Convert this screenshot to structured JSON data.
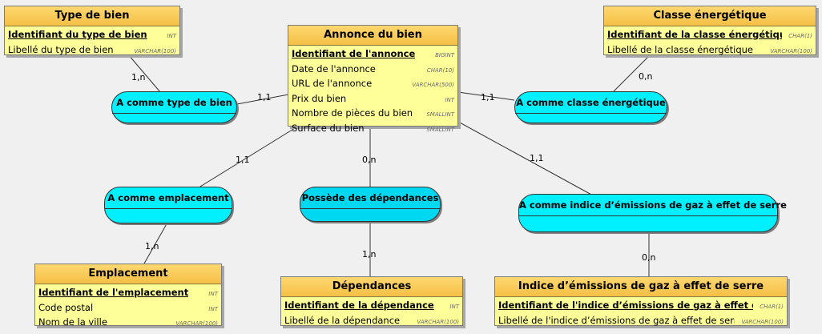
{
  "entities": {
    "type_de_bien": {
      "title": "Type de bien",
      "attrs": [
        {
          "name": "Identifiant du type de bien",
          "type": "INT",
          "pk": true
        },
        {
          "name": "Libellé du type de bien",
          "type": "VARCHAR(100)",
          "pk": false
        }
      ]
    },
    "annonce": {
      "title": "Annonce du bien",
      "attrs": [
        {
          "name": "Identifiant de l'annonce",
          "type": "BIGINT",
          "pk": true
        },
        {
          "name": "Date de l'annonce",
          "type": "CHAR(10)",
          "pk": false
        },
        {
          "name": "URL de l'annonce",
          "type": "VARCHAR(500)",
          "pk": false
        },
        {
          "name": "Prix du bien",
          "type": "INT",
          "pk": false
        },
        {
          "name": "Nombre de pièces du bien",
          "type": "SMALLINT",
          "pk": false
        },
        {
          "name": "Surface du bien",
          "type": "SMALLINT",
          "pk": false
        }
      ]
    },
    "classe": {
      "title": "Classe énergétique",
      "attrs": [
        {
          "name": "Identifiant de la classe énergétique",
          "type": "CHAR(1)",
          "pk": true
        },
        {
          "name": "Libellé de la classe énergétique",
          "type": "VARCHAR(100)",
          "pk": false
        }
      ]
    },
    "emplacement": {
      "title": "Emplacement",
      "attrs": [
        {
          "name": "Identifiant de l'emplacement",
          "type": "INT",
          "pk": true
        },
        {
          "name": "Code postal",
          "type": "INT",
          "pk": false
        },
        {
          "name": "Nom de la ville",
          "type": "VARCHAR(100)",
          "pk": false
        }
      ]
    },
    "dependances": {
      "title": "Dépendances",
      "attrs": [
        {
          "name": "Identifiant de la dépendance",
          "type": "INT",
          "pk": true
        },
        {
          "name": "Libellé de la dépendance",
          "type": "VARCHAR(100)",
          "pk": false
        }
      ]
    },
    "indice": {
      "title": "Indice d’émissions de gaz à effet de serre",
      "attrs": [
        {
          "name": "Identifiant de l'indice d’émissions de gaz à effet de serre",
          "type": "CHAR(1)",
          "pk": true
        },
        {
          "name": "Libellé de l'indice d’émissions de gaz à effet de serre",
          "type": "VARCHAR(100)",
          "pk": false
        }
      ]
    }
  },
  "associations": {
    "a_type": "A comme type de bien",
    "a_classe": "A comme classe énergétique",
    "a_emplacement": "A comme emplacement",
    "a_dependances": "Possède des dépendances",
    "a_indice": "A comme indice d’émissions de gaz à effet de serre"
  },
  "cardinalities": {
    "type_assoc": "1,n",
    "annonce_type": "1,1",
    "classe_assoc": "0,n",
    "annonce_classe": "1,1",
    "annonce_emplacement": "1,1",
    "emplacement_assoc": "1,n",
    "annonce_dependances": "0,n",
    "dependances_assoc": "1,n",
    "annonce_indice": "1,1",
    "indice_assoc": "0,n"
  }
}
